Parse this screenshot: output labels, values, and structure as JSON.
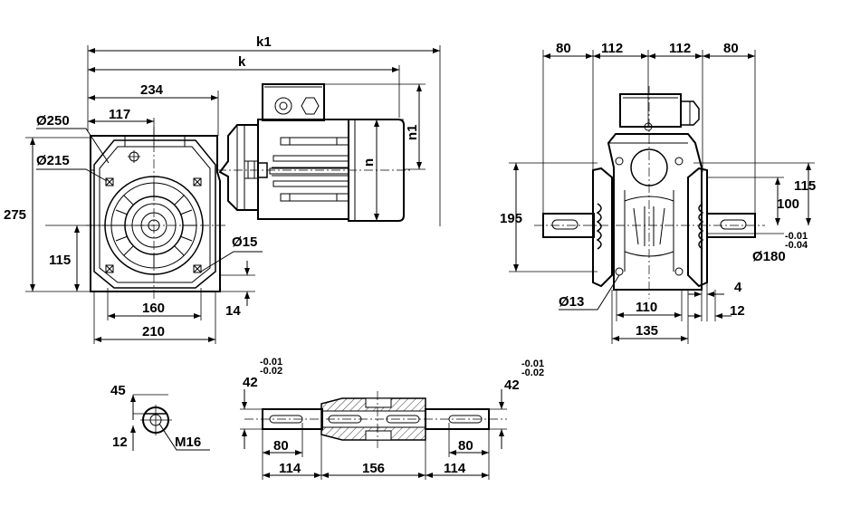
{
  "dimensions": {
    "k1": "k1",
    "k": "k",
    "n1": "n1",
    "n": "n",
    "d250": "Ø250",
    "d215": "Ø215",
    "d15": "Ø15",
    "d13": "Ø13",
    "d180": "Ø180",
    "m16": "M16",
    "v234": "234",
    "v117": "117",
    "v275": "275",
    "v115_left": "115",
    "v160": "160",
    "v210": "210",
    "v14": "14",
    "v80_top_left": "80",
    "v112_left": "112",
    "v112_right": "112",
    "v80_top_right": "80",
    "v195": "195",
    "v115_right": "115",
    "v100": "100",
    "v4": "4",
    "v12_right": "12",
    "v110": "110",
    "v135": "135",
    "v45": "45",
    "v12_key": "12",
    "v42_left": "42",
    "v42_right": "42",
    "v80_shaft_left": "80",
    "v80_shaft_right": "80",
    "v114_left": "114",
    "v156": "156",
    "v114_right": "114"
  },
  "tolerances": {
    "d180_upper": "-0.01",
    "d180_lower": "-0.04",
    "shaft_left_upper": "-0.01",
    "shaft_left_lower": "-0.02",
    "shaft_right_upper": "-0.01",
    "shaft_right_lower": "-0.02"
  }
}
